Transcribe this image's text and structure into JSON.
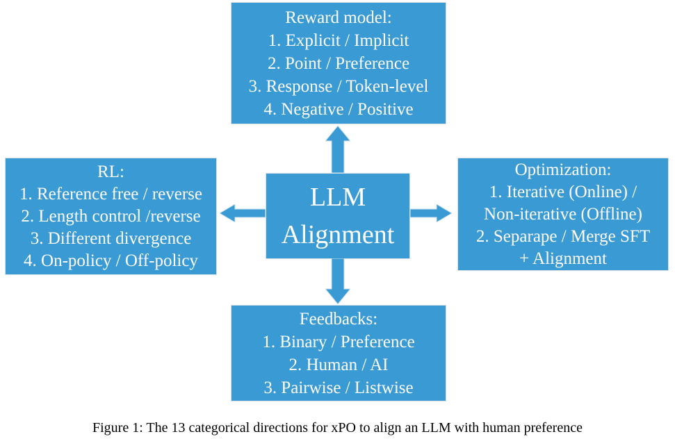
{
  "colors": {
    "box_fill": "#3A9AD4",
    "box_text": "#FFFFFF",
    "arrow_fill": "#3A9AD4",
    "page_bg": "#FFFFFF",
    "caption_text": "#000000"
  },
  "boxes": {
    "center": {
      "lines": [
        "LLM",
        "Alignment"
      ]
    },
    "top": {
      "lines": [
        "Reward model:",
        "1. Explicit / Implicit",
        "2. Point / Preference",
        "3. Response / Token-level",
        "4. Negative / Positive"
      ]
    },
    "left": {
      "lines": [
        "RL:",
        "1. Reference free / reverse",
        "2. Length control /reverse",
        "3. Different divergence",
        "4. On-policy / Off-policy"
      ]
    },
    "right": {
      "lines": [
        "Optimization:",
        "1. Iterative (Online) /",
        "Non-iterative (Offline)",
        "2. Separape / Merge SFT",
        "+ Alignment"
      ]
    },
    "bottom": {
      "lines": [
        "Feedbacks:",
        "1. Binary / Preference",
        "2. Human / AI",
        "3. Pairwise / Listwise"
      ]
    }
  },
  "icons": {
    "up": "arrow-up-icon",
    "down": "arrow-down-icon",
    "left": "arrow-left-icon",
    "right": "arrow-right-icon"
  },
  "caption": "Figure 1: The 13 categorical directions for xPO to align an LLM with human preference"
}
